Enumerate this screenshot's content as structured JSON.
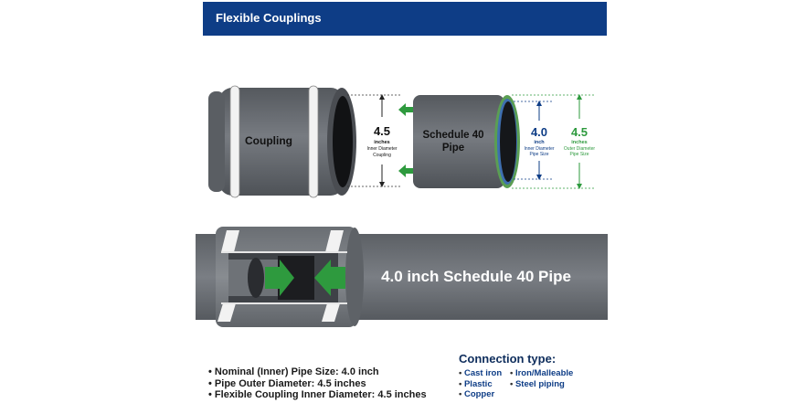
{
  "header": {
    "title": "Flexible Couplings"
  },
  "coupling": {
    "label": "Coupling",
    "inner_value": "4.5",
    "inner_unit": "inches",
    "inner_desc_1": "Inner Diameter",
    "inner_desc_2": "Coupling"
  },
  "pipe": {
    "label_1": "Schedule 40",
    "label_2": "Pipe",
    "inner_value": "4.0",
    "inner_unit": "inch",
    "inner_desc_1": "Inner Diameter",
    "inner_desc_2": "Pipe Size",
    "outer_value": "4.5",
    "outer_unit": "inches",
    "outer_desc_1": "Outer Diameter",
    "outer_desc_2": "Pipe Size"
  },
  "assembly": {
    "label": "4.0 inch Schedule 40 Pipe"
  },
  "specs": [
    "Nominal (Inner) Pipe Size: 4.0 inch",
    "Pipe Outer Diameter: 4.5 inches",
    "Flexible Coupling Inner Diameter: 4.5 inches"
  ],
  "connection": {
    "title": "Connection type:",
    "col1": [
      "Cast iron",
      "Plastic",
      "Copper"
    ],
    "col2": [
      "Iron/Malleable",
      "Steel piping"
    ]
  },
  "colors": {
    "header_bg": "#0e3d86",
    "pipe_gray": "#6b6f75",
    "arrow_green": "#2e9a3e",
    "inner_blue": "#0e3d86"
  }
}
